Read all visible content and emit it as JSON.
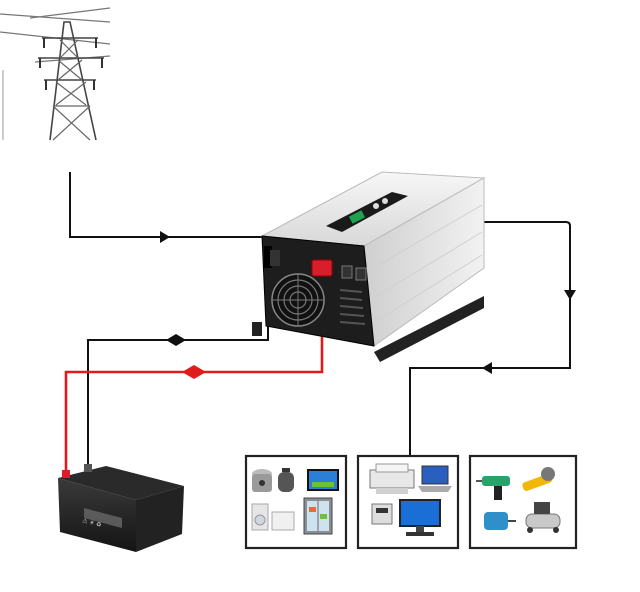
{
  "diagram": {
    "title": "",
    "nodes": [
      {
        "id": "grid",
        "icon": "transmission-tower-icon"
      },
      {
        "id": "inverter",
        "icon": "inverter-charger-icon"
      },
      {
        "id": "battery",
        "icon": "battery-icon"
      },
      {
        "id": "loads-home",
        "icon": "home-appliances-icon",
        "items": [
          "rice-cooker",
          "kettle",
          "tv",
          "refrigerator",
          "fan"
        ]
      },
      {
        "id": "loads-office",
        "icon": "office-equipment-icon",
        "items": [
          "printer",
          "laptop",
          "desktop-computer",
          "fax"
        ]
      },
      {
        "id": "loads-tools",
        "icon": "power-tools-icon",
        "items": [
          "drill",
          "angle-grinder",
          "motor",
          "air-compressor"
        ]
      }
    ],
    "connections": [
      {
        "from": "grid",
        "to": "inverter",
        "arrow": "one-way"
      },
      {
        "from": "inverter",
        "to": "loads",
        "arrow": "one-way"
      },
      {
        "from": "inverter",
        "to": "battery",
        "arrow": "two-way",
        "color": "#111111"
      },
      {
        "from": "inverter",
        "to": "battery",
        "arrow": "two-way",
        "color": "#e01b1b"
      }
    ],
    "colors": {
      "wire": "#111111",
      "positive": "#e01b1b",
      "inverter_body": "#ececec",
      "terminal": "#d81e2c"
    }
  }
}
